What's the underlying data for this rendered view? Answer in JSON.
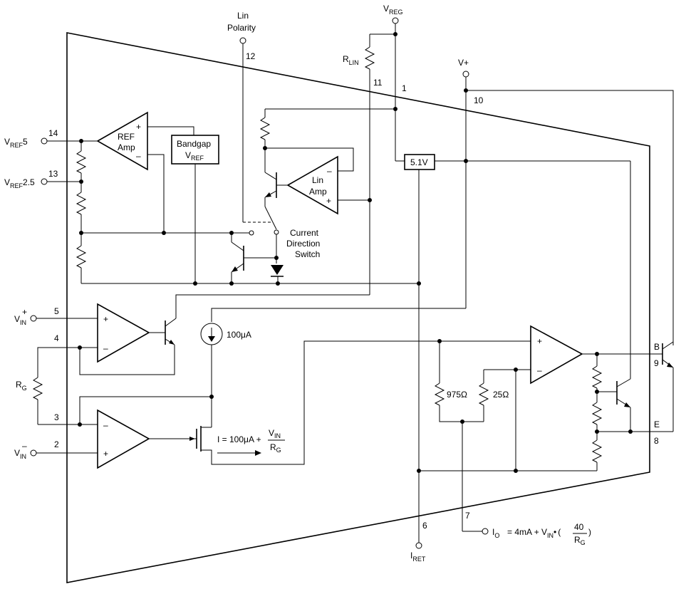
{
  "pins": {
    "vref5": {
      "pre": "V",
      "sub": "REF",
      "post": "5",
      "num": "14"
    },
    "vref25": {
      "pre": "V",
      "sub": "REF",
      "post": "2.5",
      "num": "13"
    },
    "vinp": {
      "pre": "V",
      "sup": "+",
      "sub": "IN",
      "num": "5"
    },
    "vinn": {
      "pre": "V",
      "sup": "–",
      "sub": "IN",
      "num": "2"
    },
    "rg4": {
      "num": "4"
    },
    "rg3": {
      "num": "3"
    },
    "lin_polarity": {
      "line1": "Lin",
      "line2": "Polarity",
      "num": "12"
    },
    "vreg": {
      "pre": "V",
      "sub": "REG",
      "num": "1"
    },
    "rlin": {
      "pre": "R",
      "sub": "LIN",
      "num": "11"
    },
    "vplus": {
      "label": "V+",
      "num": "10"
    },
    "iret": {
      "pre": "I",
      "sub": "RET",
      "num": "6"
    },
    "io": {
      "pre": "I",
      "sub": "O",
      "num": "7"
    },
    "base": {
      "label": "B",
      "num": "9"
    },
    "emitter": {
      "label": "E",
      "num": "8"
    }
  },
  "blocks": {
    "ref_amp": {
      "line1": "REF",
      "line2": "Amp"
    },
    "bandgap": {
      "line1": "Bandgap",
      "line2_pre": "V",
      "line2_sub": "REF"
    },
    "lin_amp": {
      "line1": "Lin",
      "line2": "Amp"
    },
    "zener": "5.1V",
    "switch": {
      "line1": "Current",
      "line2": "Direction",
      "line3": "Switch"
    },
    "current_source": "100μA"
  },
  "components": {
    "rg": {
      "pre": "R",
      "sub": "G"
    },
    "r975": "975Ω",
    "r25": "25Ω"
  },
  "formulas": {
    "i_eq": {
      "pre": "I = 100μA +",
      "num_pre": "V",
      "num_sub": "IN",
      "den_pre": "R",
      "den_sub": "G"
    },
    "io_eq": {
      "mid": "= 4mA + V",
      "mid_sub": "IN",
      "dot": "•",
      "open": "(",
      "num": "40",
      "den_pre": "R",
      "den_sub": "G",
      "close": ")"
    }
  },
  "amp_signs": {
    "plus": "+",
    "minus": "–"
  }
}
